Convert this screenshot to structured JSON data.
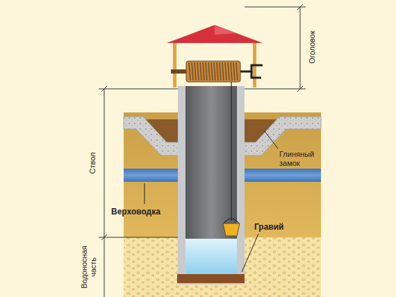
{
  "diagram": {
    "labels": [
      "Оголовок",
      "Ствол",
      "Водоносная часть",
      "Глиняный замок",
      "Верховодка",
      "Гравий"
    ]
  }
}
